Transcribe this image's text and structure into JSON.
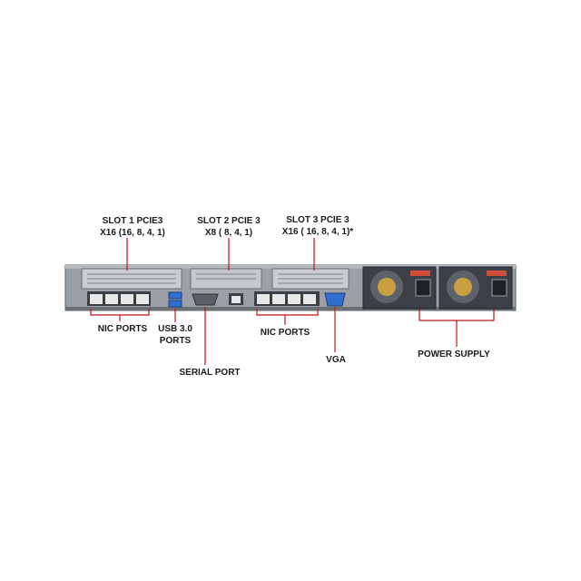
{
  "labels": {
    "slot1_line1": "SLOT 1 PCIE3",
    "slot1_line2": "X16 (16, 8, 4, 1)",
    "slot2_line1": "SLOT 2 PCIE 3",
    "slot2_line2": "X8 ( 8, 4, 1)",
    "slot3_line1": "SLOT 3 PCIE 3",
    "slot3_line2": "X16 ( 16, 8, 4, 1)*",
    "nic_ports_left": "NIC PORTS",
    "usb_line1": "USB 3.0",
    "usb_line2": "PORTS",
    "serial_port": "SERIAL PORT",
    "nic_ports_right": "NIC PORTS",
    "vga": "VGA",
    "power_supply": "POWER SUPPLY"
  },
  "colors": {
    "callout_line": "#c0141c",
    "chassis": "#8f9498",
    "chassis_dark": "#4a4f55",
    "port_blue": "#2f6fd0",
    "fan_gold": "#c8a040",
    "psu_handle": "#d24c3a"
  }
}
